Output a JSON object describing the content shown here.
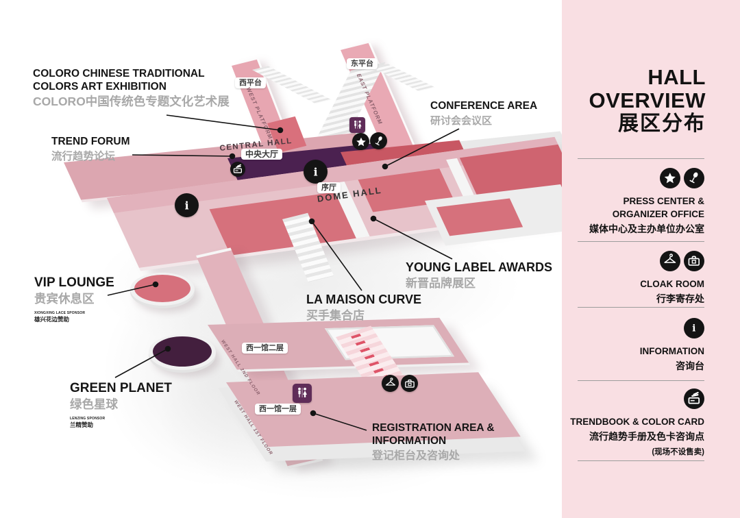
{
  "title": {
    "line1": "HALL",
    "line2": "OVERVIEW",
    "line3": "展区分布"
  },
  "legend": {
    "items": [
      {
        "icons": [
          "star-icon",
          "microphone-icon"
        ],
        "en1": "PRESS CENTER &",
        "en2": "ORGANIZER OFFICE",
        "zh": "媒体中心及主办单位办公室"
      },
      {
        "icons": [
          "hanger-icon",
          "suitcase-icon"
        ],
        "en1": "CLOAK ROOM",
        "zh": "行李寄存处"
      },
      {
        "icons": [
          "info-icon"
        ],
        "en1": "INFORMATION",
        "zh": "咨询台"
      },
      {
        "icons": [
          "colorcard-icon"
        ],
        "en1": "TRENDBOOK & COLOR CARD",
        "zh": "流行趋势手册及色卡咨询点",
        "note": "(现场不设售卖)"
      }
    ]
  },
  "callouts": {
    "coloro": {
      "en1": "COLORO CHINESE TRADITIONAL",
      "en2": "COLORS ART EXHIBITION",
      "zh": "COLORO中国传统色专题文化艺术展"
    },
    "trend_forum": {
      "en1": "TREND FORUM",
      "zh": "流行趋势论坛"
    },
    "conference": {
      "en1": "CONFERENCE AREA",
      "zh": "研讨会会议区"
    },
    "vip": {
      "en1": "VIP LOUNGE",
      "zh": "贵宾休息区",
      "sponsor_en": "XIONGXING LACE SPONSOR",
      "sponsor_zh": "雄兴花边赞助"
    },
    "green_planet": {
      "en1": "GREEN PLANET",
      "zh": "绿色星球",
      "sponsor_en": "LENZING SPONSOR",
      "sponsor_zh": "兰精赞助"
    },
    "la_maison": {
      "en1": "LA MAISON CURVE",
      "zh": "买手集合店"
    },
    "young_label": {
      "en1": "YOUNG LABEL AWARDS",
      "zh": "新晋品牌展区"
    },
    "registration": {
      "en1": "REGISTRATION AREA &",
      "en2": "INFORMATION",
      "zh": "登记柜台及咨询处"
    }
  },
  "map_labels": {
    "west_platform_zh": "西平台",
    "west_platform_en": "WEST PLATFORM",
    "east_platform_zh": "东平台",
    "east_platform_en": "EAST PLATFORM",
    "central_hall_en": "CENTRAL HALL",
    "central_hall_zh": "中央大厅",
    "foyer_zh": "序厅",
    "dome_hall_en": "DOME HALL",
    "west_hall_2f_zh": "西一馆二层",
    "west_hall_2f_en": "WEST HALL 2ND FLOOR",
    "west_hall_1f_zh": "西一馆一层",
    "west_hall_1f_en": "WEST HALL 1ST FLOOR"
  },
  "colors": {
    "sidebar_bg": "#F9DFE3",
    "floor_pink": "#DCA6B0",
    "zone_red": "#D6717C",
    "conference_red": "#C85763",
    "zone_purple": "#4B2150",
    "toilet_purple": "#5F2C58",
    "icon_black": "#141414",
    "subtitle_gray": "#A8A8A8"
  }
}
